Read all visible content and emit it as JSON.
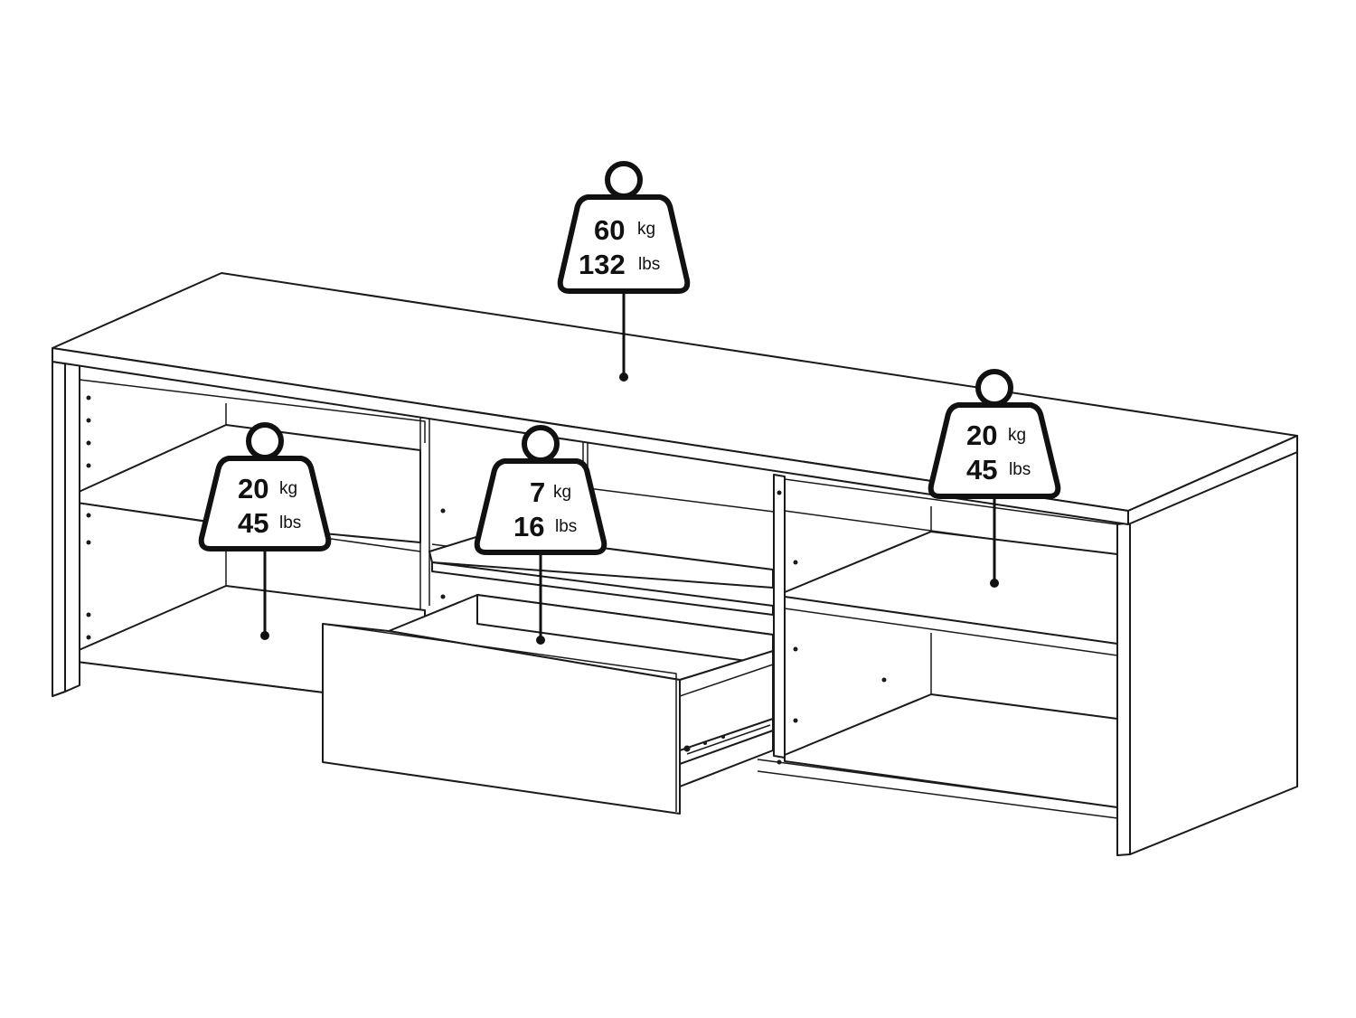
{
  "weights": [
    {
      "id": "top",
      "kg": "60",
      "kg_unit": "kg",
      "lbs": "132",
      "lbs_unit": "lbs"
    },
    {
      "id": "left-shelf",
      "kg": "20",
      "kg_unit": "kg",
      "lbs": "45",
      "lbs_unit": "lbs"
    },
    {
      "id": "drawer",
      "kg": "7",
      "kg_unit": "kg",
      "lbs": "16",
      "lbs_unit": "lbs"
    },
    {
      "id": "right-shelf",
      "kg": "20",
      "kg_unit": "kg",
      "lbs": "45",
      "lbs_unit": "lbs"
    }
  ]
}
